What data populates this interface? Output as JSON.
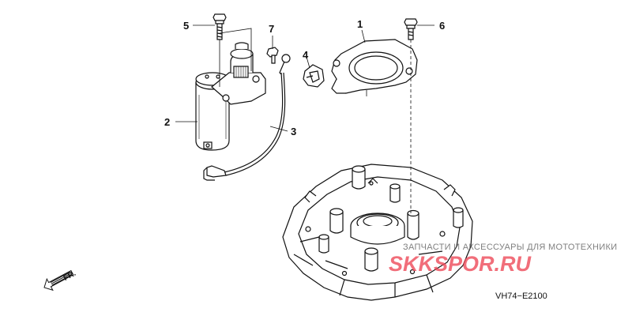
{
  "callouts": {
    "c1": "1",
    "c2": "2",
    "c3": "3",
    "c4": "4",
    "c5": "5",
    "c6": "6",
    "c7": "7"
  },
  "direction_label": "FR.",
  "diagram_code": "VH74−E2100",
  "watermark": {
    "tagline": "ЗАПЧАСТИ И АКСЕССУАРЫ ДЛЯ МОТОТЕХНИКИ",
    "logo": "SKKSPOR.RU",
    "color": "#ee4b5a"
  }
}
